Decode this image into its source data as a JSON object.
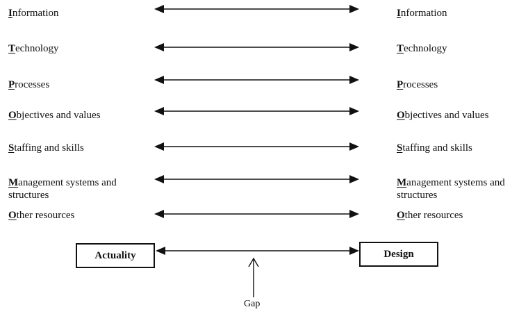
{
  "dimensions": [
    {
      "initial": "I",
      "rest": "nformation"
    },
    {
      "initial": "T",
      "rest": "echnology"
    },
    {
      "initial": "P",
      "rest": "rocesses"
    },
    {
      "initial": "O",
      "rest": "bjectives and values"
    },
    {
      "initial": "S",
      "rest": "taffing and skills"
    },
    {
      "initial": "M",
      "rest": "anagement systems and",
      "rest2": "structures"
    },
    {
      "initial": "O",
      "rest": "ther resources"
    }
  ],
  "left_box": "Actuality",
  "right_box": "Design",
  "gap_label": "Gap"
}
